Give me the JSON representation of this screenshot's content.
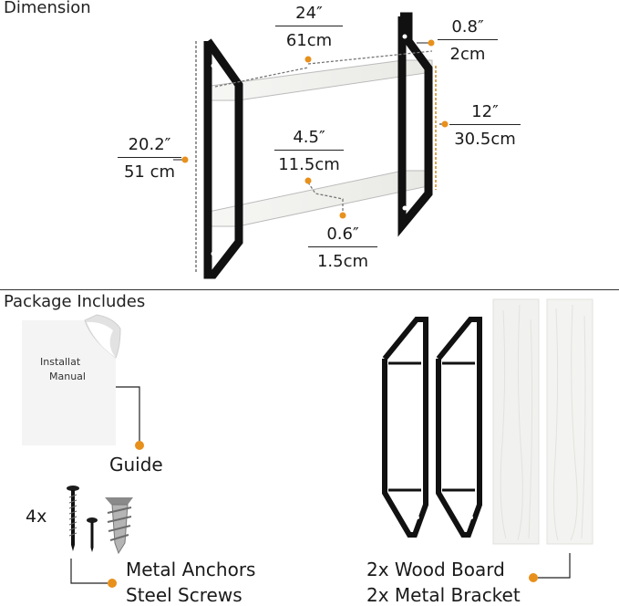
{
  "dimension": {
    "title": "Dimension",
    "width": {
      "imperial": "24″",
      "metric": "61cm"
    },
    "thickness": {
      "imperial": "0.8″",
      "metric": "2cm"
    },
    "spacing": {
      "imperial": "12″",
      "metric": "30.5cm"
    },
    "height": {
      "imperial": "20.2″",
      "metric": "51 cm"
    },
    "depth": {
      "imperial": "4.5″",
      "metric": "11.5cm"
    },
    "lip": {
      "imperial": "0.6″",
      "metric": "1.5cm"
    }
  },
  "package": {
    "title": "Package Includes",
    "manual_text_1": "Installat",
    "manual_text_2": "Manual",
    "guide_label": "Guide",
    "screw_count": "4x",
    "anchors_label": "Metal Anchors",
    "screws_label": "Steel Screws",
    "boards_label": "2x Wood Board",
    "brackets_label": "2x Metal Bracket"
  },
  "colors": {
    "accent": "#e8901c",
    "metal": "#111111",
    "wood": "#f3f3f1"
  }
}
